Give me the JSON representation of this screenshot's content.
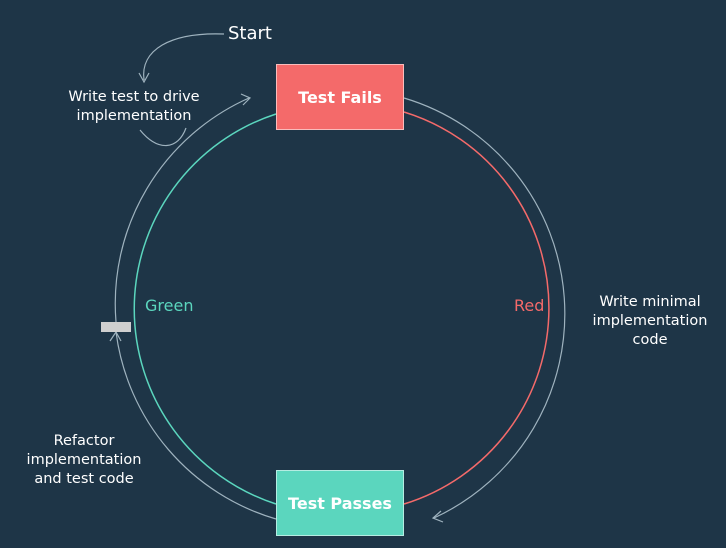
{
  "diagram": {
    "start_label": "Start",
    "step_write_test": [
      "Write test to drive",
      "implementation"
    ],
    "step_write_code": [
      "Write minimal",
      "implementation",
      "code"
    ],
    "step_refactor": [
      "Refactor",
      "implementation",
      "and test code"
    ],
    "box_fail_label": "Test Fails",
    "box_pass_label": "Test Passes",
    "phase_green_label": "Green",
    "phase_red_label": "Red"
  },
  "colors": {
    "background": "#1e3547",
    "red": "#f46a6a",
    "green": "#5bd6be",
    "outer_arc": "#9fb3bf",
    "marker": "#cfcfcf"
  }
}
